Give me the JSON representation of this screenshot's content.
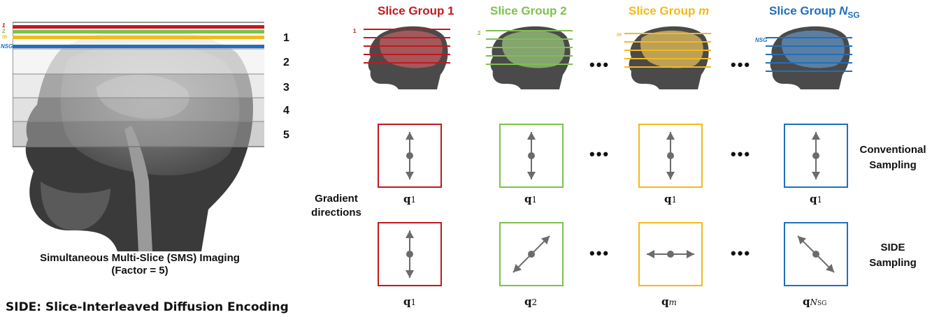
{
  "big_head": {
    "slice_labels": [
      "1",
      "2",
      "3",
      "4",
      "5"
    ],
    "group_marks": [
      "1",
      "2",
      "m",
      "NSG"
    ],
    "caption_line1": "Simultaneous Multi-Slice (SMS) Imaging",
    "caption_line2": "(Factor = 5)"
  },
  "footer_title": "SIDE: Slice-Interleaved Diffusion Encoding",
  "groups": [
    {
      "title": "Slice Group 1",
      "color": "#c0191f",
      "mark": "1",
      "conv_q": "1",
      "side_q": "1",
      "side_arrow": "vertical"
    },
    {
      "title": "Slice Group 2",
      "color": "#7dc14d",
      "mark": "2",
      "conv_q": "1",
      "side_q": "2",
      "side_arrow": "diagonal-up"
    },
    {
      "title_main": "Slice Group ",
      "title_ital": "m",
      "color": "#f4b91a",
      "mark": "m",
      "conv_q": "1",
      "side_q": "m",
      "side_arrow": "horizontal"
    },
    {
      "title_main": "Slice Group ",
      "title_ital": "N",
      "title_sub": "SG",
      "color": "#1f6fbd",
      "mark": "NSG",
      "conv_q": "1",
      "side_q": "NSG",
      "side_arrow": "diagonal-down"
    }
  ],
  "ellipsis": "•••",
  "row_labels": {
    "gradient_line1": "Gradient",
    "gradient_line2": "directions",
    "conventional_line1": "Conventional",
    "conventional_line2": "Sampling",
    "side_line1": "SIDE",
    "side_line2": "Sampling"
  },
  "q_symbol": "q"
}
